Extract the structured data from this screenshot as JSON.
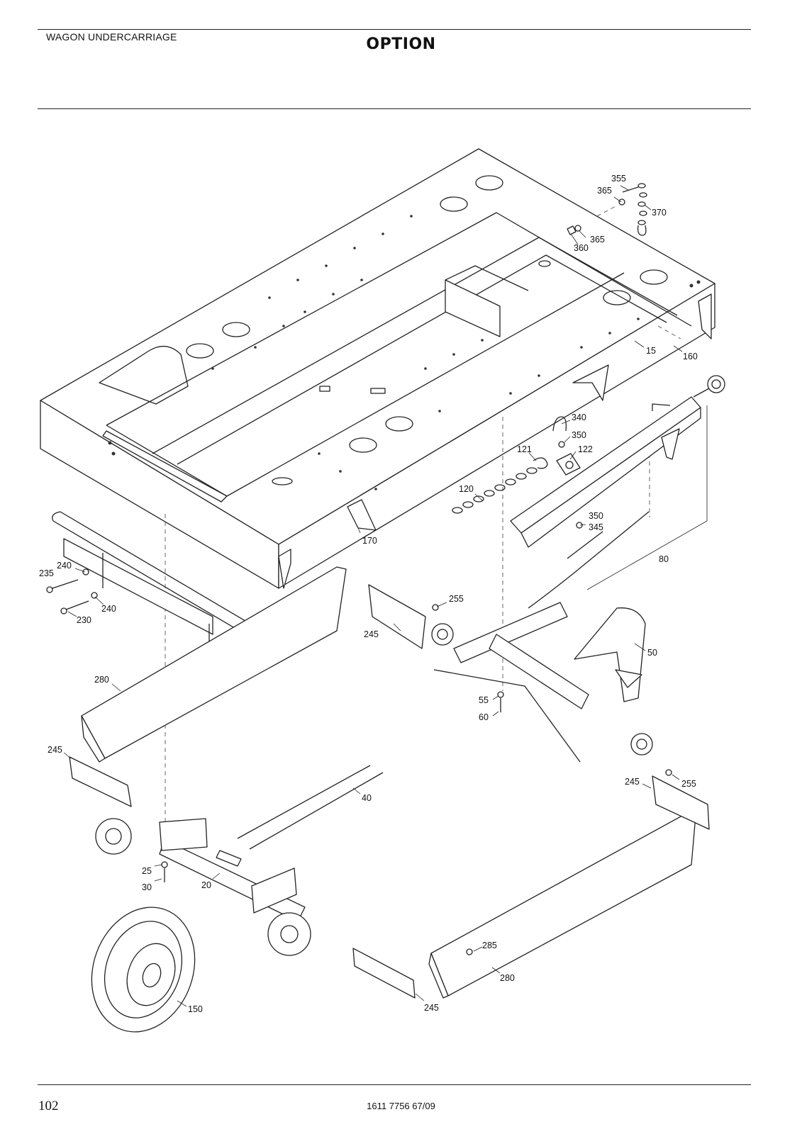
{
  "header": {
    "section_title": "WAGON UNDERCARRIAGE",
    "option_label": "OPTION"
  },
  "footer": {
    "page_number": "102",
    "document_code": "1611 7756 67/09"
  },
  "callouts": [
    {
      "id": "c355",
      "text": "355"
    },
    {
      "id": "c365a",
      "text": "365"
    },
    {
      "id": "c370",
      "text": "370"
    },
    {
      "id": "c365b",
      "text": "365"
    },
    {
      "id": "c360",
      "text": "360"
    },
    {
      "id": "c15",
      "text": "15"
    },
    {
      "id": "c160",
      "text": "160"
    },
    {
      "id": "c340",
      "text": "340"
    },
    {
      "id": "c350a",
      "text": "350"
    },
    {
      "id": "c121",
      "text": "121"
    },
    {
      "id": "c122",
      "text": "122"
    },
    {
      "id": "c120",
      "text": "120"
    },
    {
      "id": "c350b",
      "text": "350"
    },
    {
      "id": "c345",
      "text": "345"
    },
    {
      "id": "c80",
      "text": "80"
    },
    {
      "id": "c170",
      "text": "170"
    },
    {
      "id": "c240a",
      "text": "240"
    },
    {
      "id": "c235",
      "text": "235"
    },
    {
      "id": "c240b",
      "text": "240"
    },
    {
      "id": "c230",
      "text": "230"
    },
    {
      "id": "c255a",
      "text": "255"
    },
    {
      "id": "c245a",
      "text": "245"
    },
    {
      "id": "c50",
      "text": "50"
    },
    {
      "id": "c280a",
      "text": "280"
    },
    {
      "id": "c55",
      "text": "55"
    },
    {
      "id": "c60",
      "text": "60"
    },
    {
      "id": "c245b",
      "text": "245"
    },
    {
      "id": "c245c",
      "text": "245"
    },
    {
      "id": "c255b",
      "text": "255"
    },
    {
      "id": "c40",
      "text": "40"
    },
    {
      "id": "c25",
      "text": "25"
    },
    {
      "id": "c30",
      "text": "30"
    },
    {
      "id": "c20",
      "text": "20"
    },
    {
      "id": "c285",
      "text": "285"
    },
    {
      "id": "c280b",
      "text": "280"
    },
    {
      "id": "c150",
      "text": "150"
    },
    {
      "id": "c245d",
      "text": "245"
    }
  ]
}
